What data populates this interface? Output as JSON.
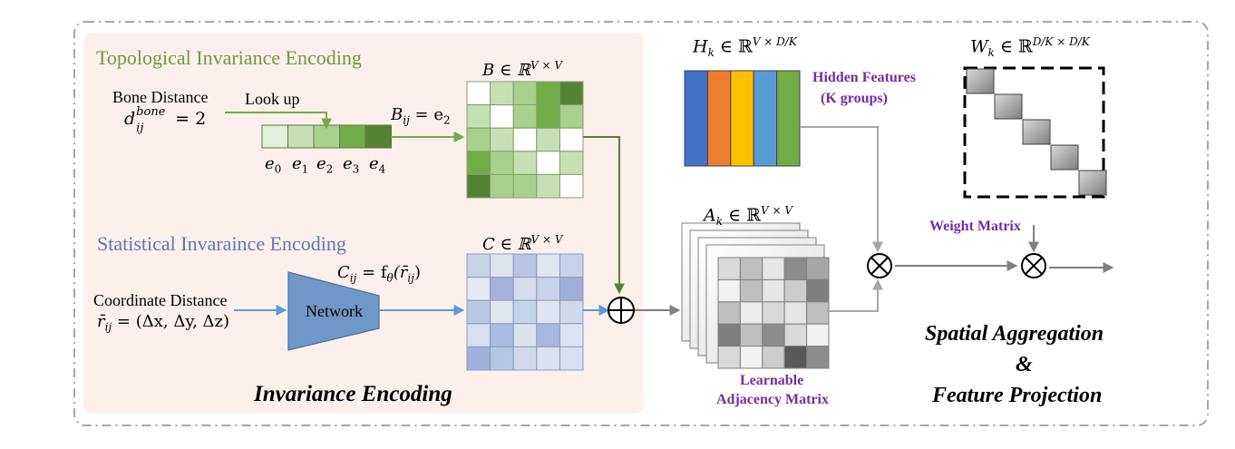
{
  "colors": {
    "panel_bg": "#fdf0ec",
    "green_dark": "#5b8a3a",
    "green_light": "#a9d18e",
    "blue_network": "#6f97c8",
    "arrow_green": "#70ad47",
    "arrow_blue": "#5b9bd5",
    "arrow_gray": "#a6a6a6",
    "title_green": "#6a9a44",
    "title_blue": "#5a79b0",
    "label_purple": "#7030a0"
  },
  "texts": {
    "topo_title": "Topological Invariance Encoding",
    "stat_title": "Statistical Invaraince Encoding",
    "bone_distance": "Bone Distance",
    "lookup": "Look up",
    "network": "Network",
    "coord_distance": "Coordinate Distance",
    "invariance_encoding": "Invariance Encoding",
    "hidden_features_1": "Hidden Features",
    "hidden_features_2": "(K groups)",
    "weight_matrix": "Weight Matrix",
    "learnable_1": "Learnable",
    "learnable_2": "Adjacency Matrix",
    "spatial_1": "Spatial Aggregation",
    "spatial_2": "&",
    "spatial_3": "Feature Projection",
    "oplus": "⊕",
    "otimes": "⊗"
  },
  "math": {
    "d_bone": "d",
    "d_bone_sup": "bone",
    "d_bone_sub": "ij",
    "d_bone_val": "= 2",
    "B_label": "B ∈ ℝ",
    "B_sup": "V × V",
    "Bij": "B",
    "Bij_sub": "ij",
    "Bij_rhs": "= e",
    "Bij_rhs_sub": "2",
    "C_label": "C ∈ ℝ",
    "C_sup": "V × V",
    "Cij": "C",
    "Cij_sub": "ij",
    "Cij_rhs": "= f",
    "Cij_theta": "θ",
    "Cij_arg": "(r̄",
    "Cij_arg_sub": "ij",
    "Cij_close": ")",
    "r_lhs": "r̄",
    "r_sub": "ij",
    "r_rhs": "= (Δx, Δy, Δz)",
    "H_label": "H",
    "H_sub": "k",
    "H_rest": "∈ ℝ",
    "H_sup": "V × D/K",
    "A_label": "A",
    "A_sub": "k",
    "A_rest": "∈ ℝ",
    "A_sup": "V × V",
    "W_label": "W",
    "W_sub": "k",
    "W_rest": "∈ ℝ",
    "W_sup": "D/K × D/K",
    "e_labels": [
      "e",
      "e",
      "e",
      "e",
      "e"
    ],
    "e_subs": [
      "0",
      "1",
      "2",
      "3",
      "4"
    ]
  },
  "embedding_colors": [
    "#e2efda",
    "#c6e0b4",
    "#a9d18e",
    "#70ad47",
    "#548235"
  ],
  "B_matrix": [
    [
      0,
      1,
      2,
      3,
      4
    ],
    [
      1,
      0,
      2,
      3,
      2
    ],
    [
      2,
      1,
      0,
      1,
      0
    ],
    [
      3,
      2,
      1,
      0,
      1
    ],
    [
      4,
      2,
      2,
      1,
      0
    ]
  ],
  "C_matrix_colors": [
    [
      "#c9d4e8",
      "#dde3ef",
      "#b7c5e2",
      "#dfe6f2",
      "#c6d2e8"
    ],
    [
      "#e3e8f2",
      "#a5b3d9",
      "#d4dced",
      "#c8d3ea",
      "#9fafd8"
    ],
    [
      "#b9c8e3",
      "#e1e6f1",
      "#c3d5ea",
      "#dfe5f0",
      "#d0d9ec"
    ],
    [
      "#d6dff0",
      "#a8bcdf",
      "#dbe2f0",
      "#a9b8dd",
      "#dde4f1"
    ],
    [
      "#9fb0da",
      "#b0c8e4",
      "#d1d9ec",
      "#dce3f0",
      "#d7dfef"
    ]
  ],
  "A_matrix_colors": [
    [
      "#d9d9d9",
      "#bfbfbf",
      "#e6e6e6",
      "#8c8c8c",
      "#a6a6a6"
    ],
    [
      "#f2f2f2",
      "#bfbfbf",
      "#e6e6e6",
      "#cccccc",
      "#7f7f7f"
    ],
    [
      "#bfbfbf",
      "#ededed",
      "#d9d9d9",
      "#e6e6e6",
      "#bfbfbf"
    ],
    [
      "#7f7f7f",
      "#bfbfbf",
      "#8c8c8c",
      "#d9d9d9",
      "#f2f2f2"
    ],
    [
      "#d9d9d9",
      "#f2f2f2",
      "#cccccc",
      "#595959",
      "#8c8c8c"
    ]
  ],
  "H_colors": [
    "#4472c4",
    "#ed7d31",
    "#ffc000",
    "#5b9bd5",
    "#70ad47"
  ]
}
